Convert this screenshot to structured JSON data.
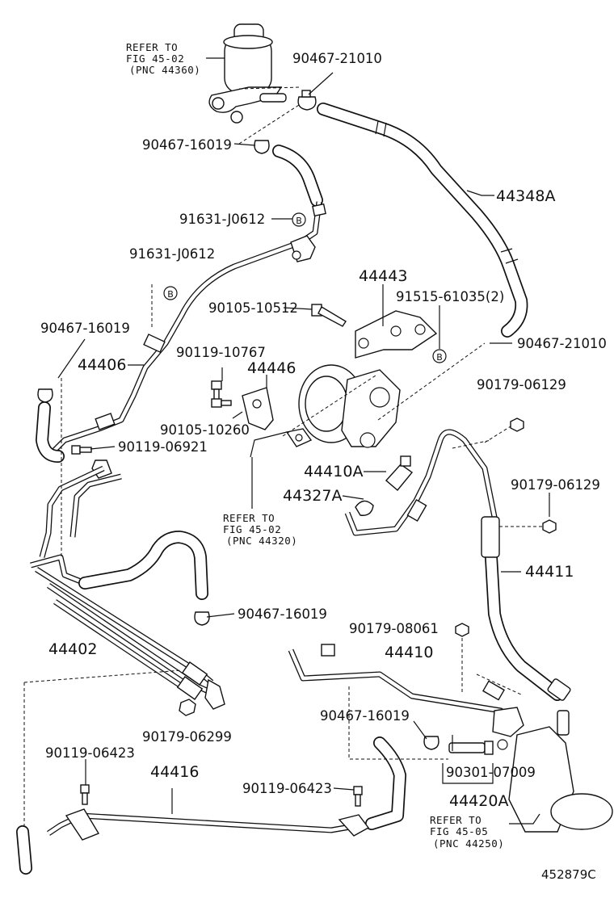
{
  "diagram": {
    "figure_code": "452879C",
    "references": [
      {
        "line1": "REFER TO",
        "line2": "FIG 45-02",
        "line3": "(PNC 44360)"
      },
      {
        "line1": "REFER TO",
        "line2": "FIG 45-02",
        "line3": "(PNC 44320)"
      },
      {
        "line1": "REFER TO",
        "line2": "FIG 45-05",
        "line3": "(PNC 44250)"
      }
    ],
    "labels": {
      "p90467_21010_top": "90467-21010",
      "p90467_16019_a": "90467-16019",
      "p44348A": "44348A",
      "p91631_J0612_a": "91631-J0612",
      "p91631_J0612_b": "91631-J0612",
      "p44443": "44443",
      "p90105_10512": "90105-10512",
      "p91515_61035": "91515-61035(2)",
      "p90467_16019_b": "90467-16019",
      "p90467_21010_mid": "90467-21010",
      "p44406": "44406",
      "p90119_10767": "90119-10767",
      "p44446": "44446",
      "p90179_06129_a": "90179-06129",
      "p90105_10260": "90105-10260",
      "p90119_06921": "90119-06921",
      "p44410A": "44410A",
      "p44327A": "44327A",
      "p90179_06129_b": "90179-06129",
      "p44411": "44411",
      "p90467_16019_c": "90467-16019",
      "p90179_08061": "90179-08061",
      "p44402": "44402",
      "p44410": "44410",
      "p90179_06299": "90179-06299",
      "p90467_16019_d": "90467-16019",
      "p90119_06423_a": "90119-06423",
      "p44416": "44416",
      "p90119_06423_b": "90119-06423",
      "p90301_07009": "90301-07009",
      "p44420A": "44420A"
    },
    "markers": {
      "b1": "B",
      "b2": "B",
      "b3": "B"
    }
  }
}
